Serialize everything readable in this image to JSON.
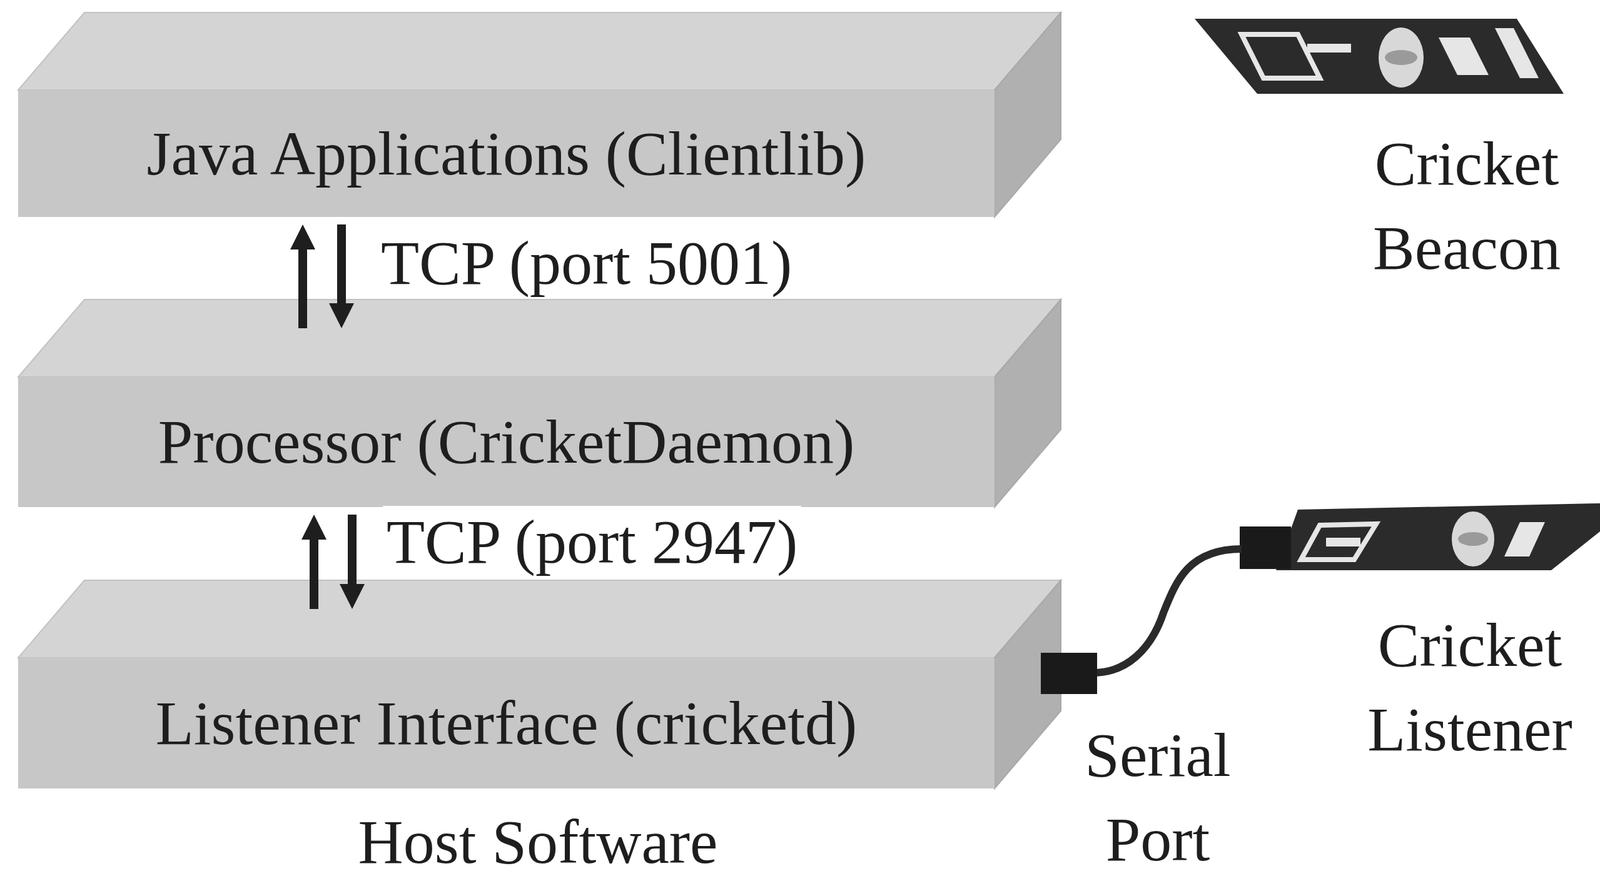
{
  "diagram": {
    "nodes": [
      {
        "text": [
          "Java Applications (Clientlib)"
        ]
      },
      {
        "text": [
          "Processor (CricketDaemon)"
        ]
      },
      {
        "text": [
          "Listener Interface (cricketd)"
        ]
      }
    ],
    "edges": [
      {
        "from": 1,
        "to": 0,
        "arrow": "to"
      },
      {
        "from": 0,
        "to": 1,
        "label": "TCP (port 5001)",
        "arrow": "to"
      },
      {
        "from": 2,
        "to": 1,
        "arrow": "to"
      },
      {
        "from": 1,
        "to": 2,
        "label": "TCP (port 2947)",
        "arrow": "to"
      }
    ],
    "labels": [
      "Cricket Beacon",
      "Serial Port",
      "Cricket Listener",
      "Host Software"
    ]
  }
}
